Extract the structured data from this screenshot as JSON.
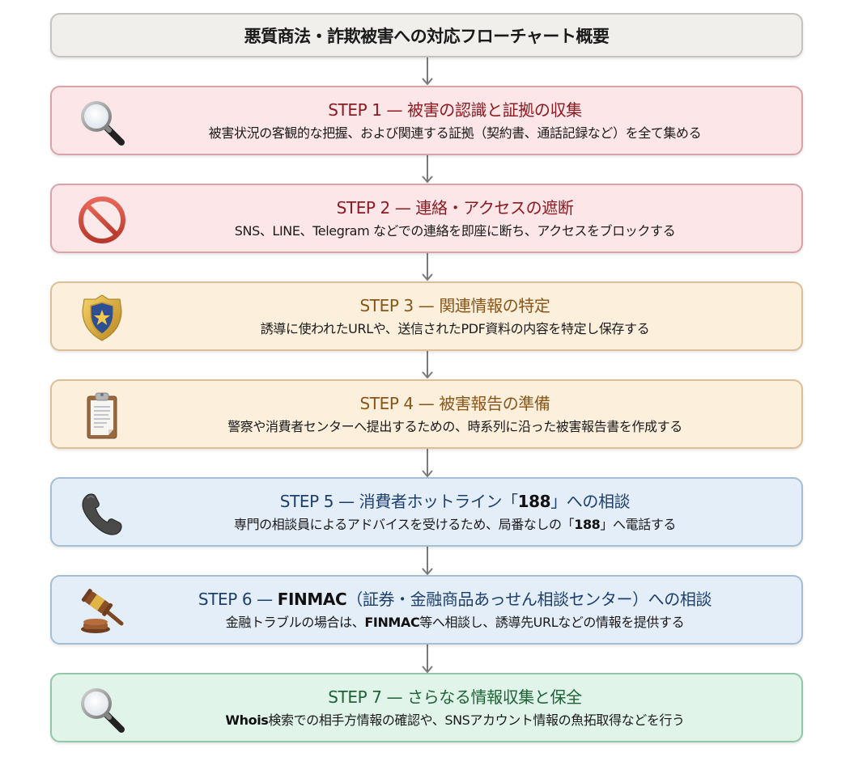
{
  "title": "悪質商法・詐欺被害への対応フローチャート概要",
  "colors": {
    "red_fill": "#fde6e7",
    "red_heading": "#8b1a22",
    "orange_fill": "#fcefdc",
    "orange_heading": "#8a5518",
    "blue_fill": "#e3eef8",
    "blue_heading": "#1e3f6e",
    "green_fill": "#e0f4ea",
    "green_heading": "#1f6236",
    "connector": "#7a7a7a"
  },
  "steps": [
    {
      "number": "STEP 1",
      "separator": "—",
      "title": "被害の認識と証拠の収集",
      "description": "被害状況の客観的な把握、および関連する証拠（契約書、通話記録など）を全て集める",
      "icon": "magnifying-glass-icon",
      "theme": "red"
    },
    {
      "number": "STEP 2",
      "separator": "—",
      "title": "連絡・アクセスの遮断",
      "description": "SNS、LINE、Telegram などでの連絡を即座に断ち、アクセスをブロックする",
      "icon": "prohibited-icon",
      "theme": "red"
    },
    {
      "number": "STEP 3",
      "separator": "—",
      "title": "関連情報の特定",
      "description": "誘導に使われたURLや、送信されたPDF資料の内容を特定し保存する",
      "icon": "police-badge-icon",
      "theme": "orange"
    },
    {
      "number": "STEP 4",
      "separator": "—",
      "title": "被害報告の準備",
      "description": "警察や消費者センターへ提出するための、時系列に沿った被害報告書を作成する",
      "icon": "clipboard-icon",
      "theme": "orange"
    },
    {
      "number": "STEP 5",
      "separator": "—",
      "title_pre": "消費者ホットライン「",
      "title_bold": "188",
      "title_post": "」への相談",
      "desc_pre": "専門の相談員によるアドバイスを受けるため、局番なしの「",
      "desc_bold": "188",
      "desc_post": "」へ電話する",
      "icon": "telephone-icon",
      "theme": "blue"
    },
    {
      "number": "STEP 6",
      "separator": "—",
      "title_bold": "FINMAC",
      "title_post": "（証券・金融商品あっせん相談センター）への相談",
      "desc_pre": "金融トラブルの場合は、",
      "desc_bold": "FINMAC",
      "desc_post": "等へ相談し、誘導先URLなどの情報を提供する",
      "icon": "gavel-icon",
      "theme": "blue"
    },
    {
      "number": "STEP 7",
      "separator": "—",
      "title": "さらなる情報収集と保全",
      "desc_bold": "Whois",
      "desc_post": "検索での相手方情報の確認や、SNSアカウント情報の魚拓取得などを行う",
      "icon": "magnifying-glass-icon",
      "theme": "green"
    }
  ]
}
